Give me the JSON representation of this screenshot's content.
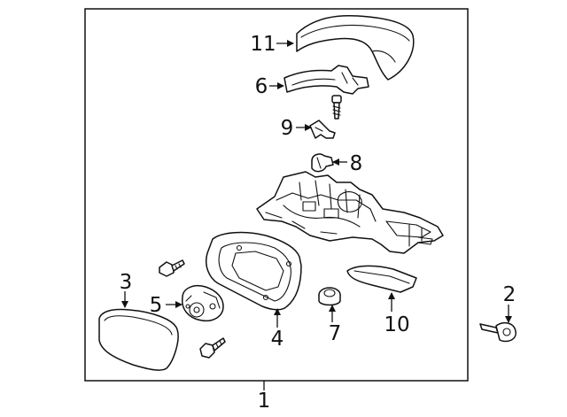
{
  "callouts": {
    "p1": "1",
    "p2": "2",
    "p3": "3",
    "p4": "4",
    "p5": "5",
    "p6": "6",
    "p7": "7",
    "p8": "8",
    "p9": "9",
    "p10": "10",
    "p11": "11"
  },
  "colors": {
    "line": "#111111",
    "background": "#ffffff"
  }
}
